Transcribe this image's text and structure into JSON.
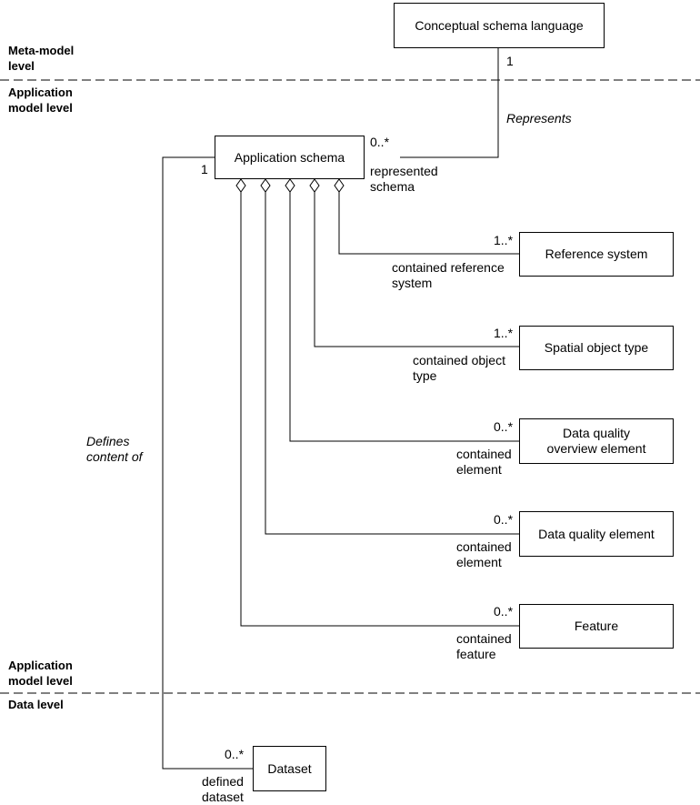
{
  "levels": {
    "meta_model": "Meta-model\nlevel",
    "application_top": "Application\nmodel level",
    "application_bottom": "Application\nmodel level",
    "data": "Data level"
  },
  "classes": {
    "conceptual_schema_language": "Conceptual schema language",
    "application_schema": "Application schema",
    "reference_system": "Reference system",
    "spatial_object_type": "Spatial object type",
    "data_quality_overview_element": "Data quality\noverview element",
    "data_quality_element": "Data quality element",
    "feature": "Feature",
    "dataset": "Dataset"
  },
  "associations": {
    "represents": {
      "name": "Represents",
      "source_multiplicity": "1",
      "target_multiplicity": "0..*",
      "target_role": "represented\nschema"
    },
    "reference_system": {
      "multiplicity": "1..*",
      "role": "contained reference\nsystem"
    },
    "spatial_object_type": {
      "multiplicity": "1..*",
      "role": "contained object\ntype"
    },
    "data_quality_overview_element": {
      "multiplicity": "0..*",
      "role": "contained\nelement"
    },
    "data_quality_element": {
      "multiplicity": "0..*",
      "role": "contained\nelement"
    },
    "feature": {
      "multiplicity": "0..*",
      "role": "contained\nfeature"
    },
    "defines_content_of": {
      "name": "Defines\ncontent of",
      "source_multiplicity": "1",
      "target_multiplicity": "0..*",
      "target_role": "defined\ndataset"
    }
  }
}
